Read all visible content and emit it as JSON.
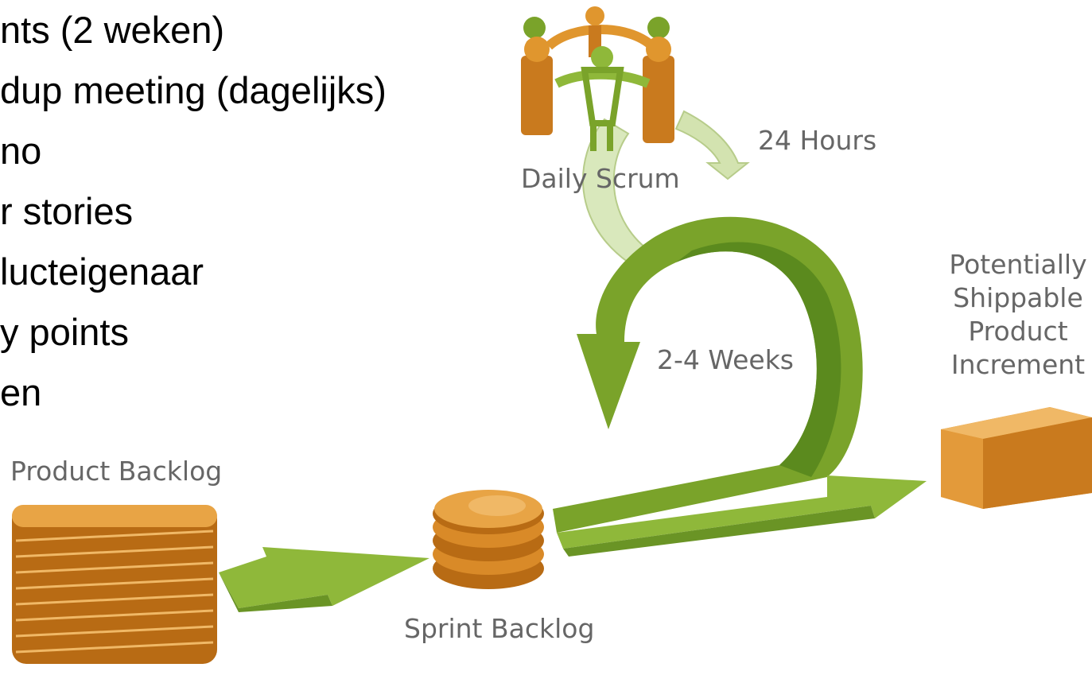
{
  "bullets": [
    "nts (2 weken)",
    "dup meeting (dagelijks)",
    "no",
    "r stories",
    "lucteigenaar",
    "y points",
    "en"
  ],
  "labels": {
    "daily_scrum": "Daily Scrum",
    "hours_24": "24 Hours",
    "weeks": "2-4 Weeks",
    "product_backlog": "Product Backlog",
    "sprint_backlog": "Sprint Backlog",
    "increment_lines": [
      "Potentially",
      "Shippable",
      "Product",
      "Increment"
    ]
  },
  "colors": {
    "arrow_green": "#7aa32a",
    "arrow_dark": "#5b8a1e",
    "arrow_light": "#cfe0a8",
    "orange": "#e0962e",
    "orange_dark": "#b86b14",
    "label_gray": "#666666"
  }
}
